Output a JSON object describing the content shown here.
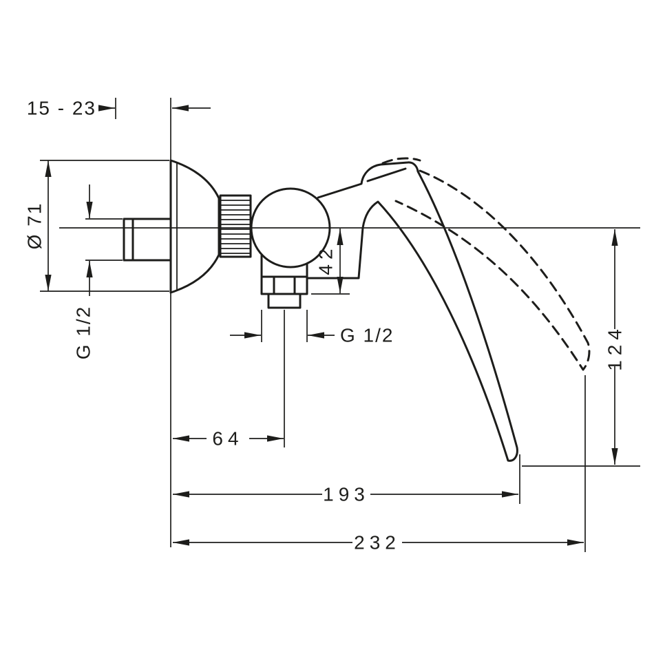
{
  "colors": {
    "background": "#ffffff",
    "line": "#1d1d1b"
  },
  "drawing": {
    "labels": {
      "wall_depth_range": "15 - 23",
      "escutcheon_diameter": "Ø 71",
      "inlet_thread": "G 1/2",
      "center_to_outlet": "42",
      "outlet_thread": "G 1/2",
      "wall_to_outlet_axis": "64",
      "wall_to_lever_tip": "193",
      "max_projection": "232",
      "lever_drop_height": "124"
    }
  }
}
